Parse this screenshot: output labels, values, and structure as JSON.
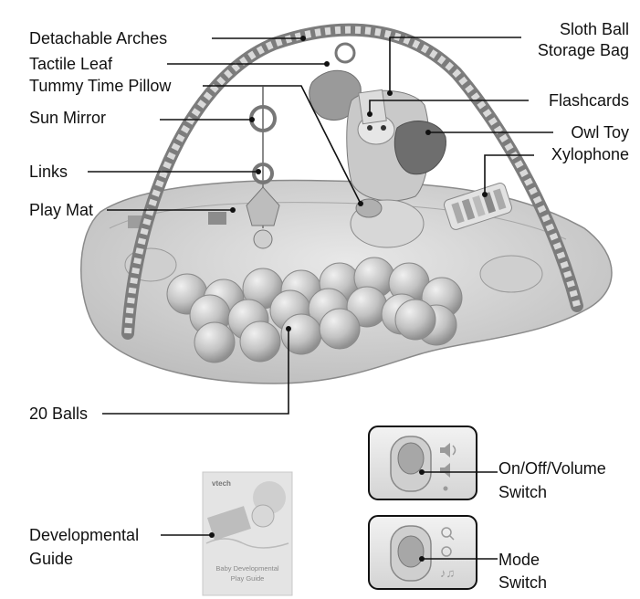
{
  "labels": {
    "detachable_arches": "Detachable Arches",
    "tactile_leaf": "Tactile Leaf",
    "tummy_time_pillow": "Tummy Time Pillow",
    "sun_mirror": "Sun Mirror",
    "links": "Links",
    "play_mat": "Play Mat",
    "balls": "20 Balls",
    "sloth_ball_line1": "Sloth Ball",
    "sloth_ball_line2": "Storage Bag",
    "flashcards": "Flashcards",
    "owl_toy": "Owl Toy",
    "xylophone": "Xylophone",
    "on_off_line1": "On/Off/Volume",
    "on_off_line2": "Switch",
    "mode_line1": "Mode",
    "mode_line2": "Switch",
    "guide_line1": "Developmental",
    "guide_line2": "Guide"
  },
  "guide_booklet": {
    "brand": "vtech",
    "title_line1": "Baby Developmental",
    "title_line2": "Play Guide"
  },
  "colors": {
    "line": "#111111",
    "mat": "#d6d6d6",
    "ball": "#c4c4c4",
    "switch_panel": "#e6e6e6"
  }
}
